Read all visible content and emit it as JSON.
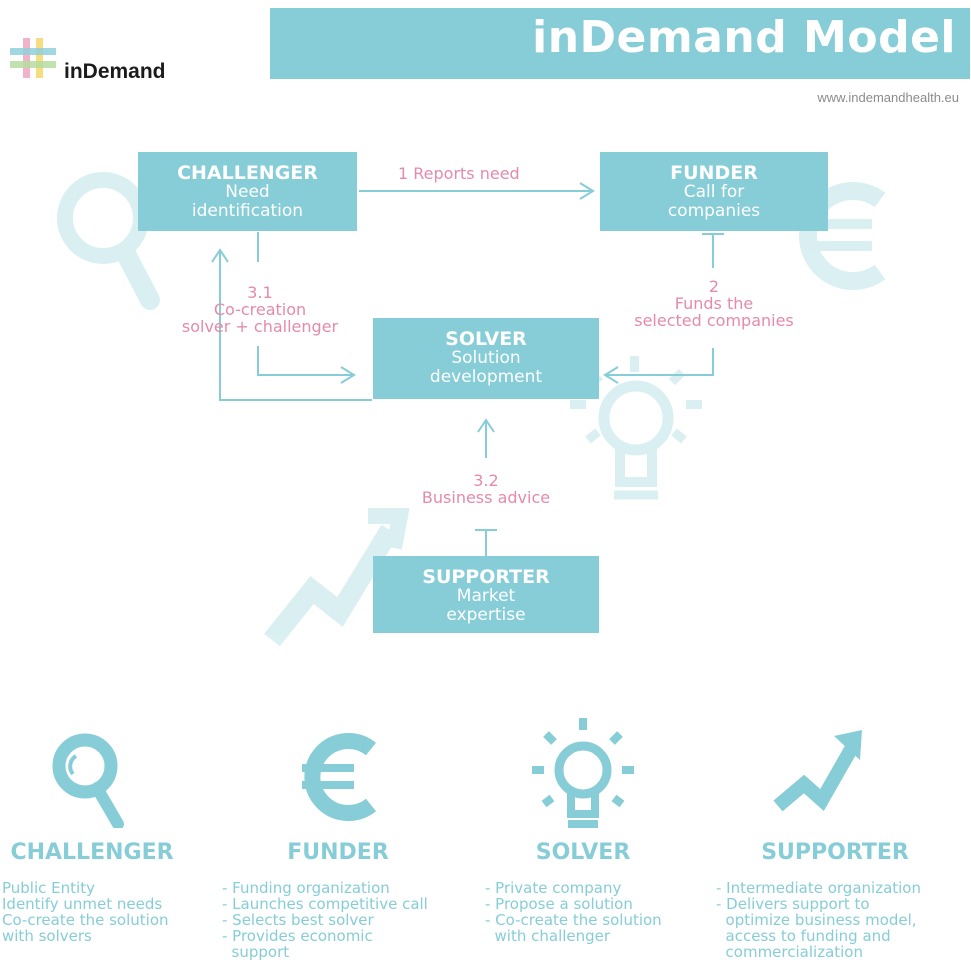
{
  "header": {
    "logo_text": "inDemand",
    "title": "inDemand Model",
    "url": "www.indemandhealth.eu"
  },
  "colors": {
    "teal": "#86cdd7",
    "pink": "#e58aab",
    "logo_bars": [
      "#f0a6c0",
      "#f5d76a",
      "#8fd0da",
      "#b6dca0"
    ]
  },
  "diagram": {
    "nodes": {
      "challenger": {
        "title": "CHALLENGER",
        "sub1": "Need",
        "sub2": "identification"
      },
      "funder": {
        "title": "FUNDER",
        "sub1": "Call for",
        "sub2": "companies"
      },
      "solver": {
        "title": "SOLVER",
        "sub1": "Solution",
        "sub2": "development"
      },
      "supporter": {
        "title": "SUPPORTER",
        "sub1": "Market",
        "sub2": "expertise"
      }
    },
    "steps": {
      "s1": "1  Reports need",
      "s2_num": "2",
      "s2_line1": "Funds the",
      "s2_line2": "selected companies",
      "s31_num": "3.1",
      "s31_line1": "Co-creation",
      "s31_line2": "solver + challenger",
      "s32_num": "3.2",
      "s32_line1": "Business advice"
    }
  },
  "roles": [
    {
      "icon": "magnifier-icon",
      "title": "CHALLENGER",
      "items": [
        "Public Entity",
        "Identify unmet needs",
        "Co-create the solution",
        "with solvers"
      ]
    },
    {
      "icon": "euro-icon",
      "title": "FUNDER",
      "items": [
        "- Funding organization",
        "- Launches competitive call",
        "- Selects best solver",
        "- Provides economic",
        "  support"
      ]
    },
    {
      "icon": "lightbulb-icon",
      "title": "SOLVER",
      "items": [
        "- Private company",
        "- Propose a solution",
        "- Co-create the solution",
        "  with challenger"
      ]
    },
    {
      "icon": "growth-arrow-icon",
      "title": "SUPPORTER",
      "items": [
        "- Intermediate organization",
        "- Delivers support to",
        "  optimize business model,",
        "  access to funding and",
        "  commercialization"
      ]
    }
  ]
}
